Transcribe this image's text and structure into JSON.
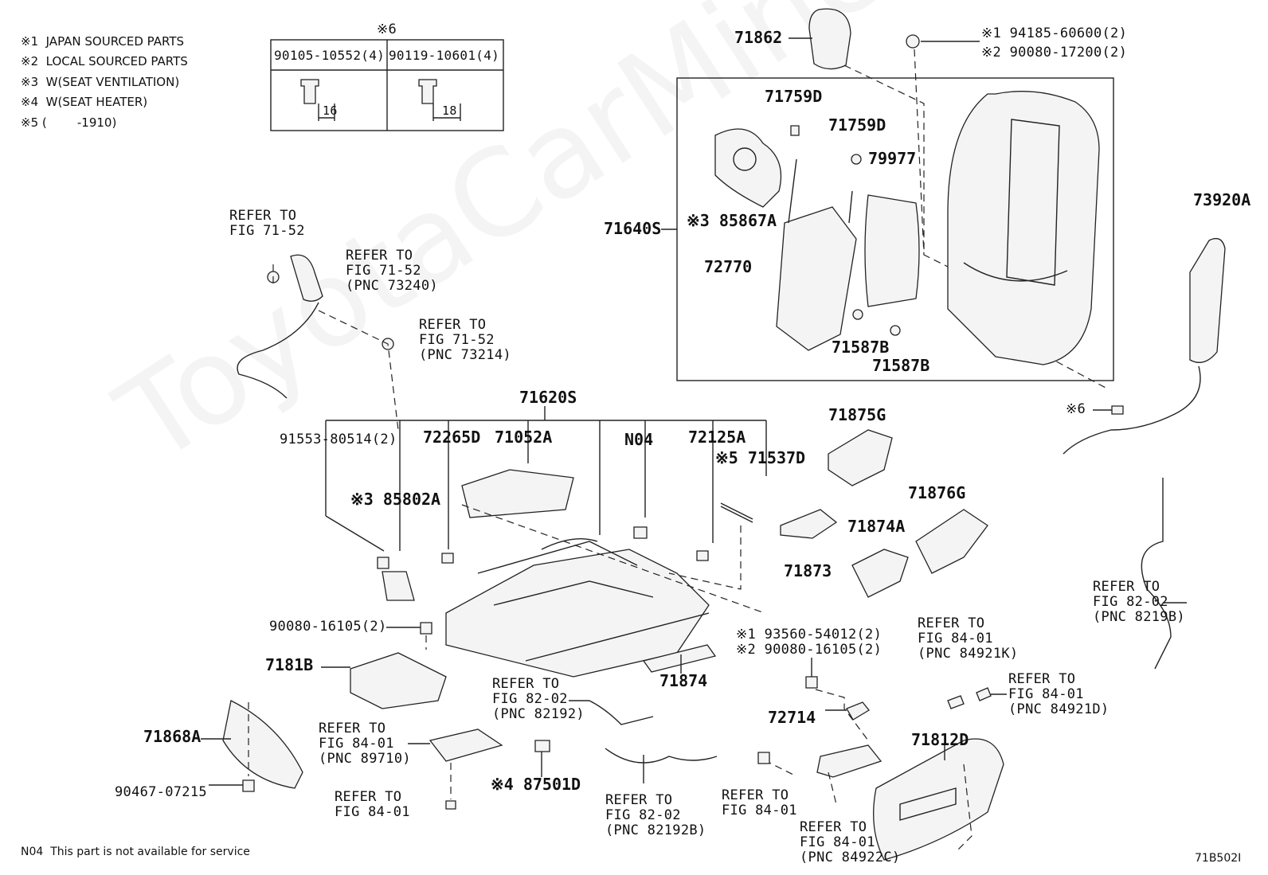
{
  "watermark": "ToyotaCarMiner.ru",
  "notes": [
    "※1  JAPAN SOURCED PARTS",
    "※2  LOCAL SOURCED PARTS",
    "※3  W(SEAT VENTILATION)",
    "※4  W(SEAT HEATER)",
    "※5 (        -1910)"
  ],
  "bolt_table": {
    "header": "※6",
    "cols": [
      {
        "part": "90105-10552(4)",
        "length": "16"
      },
      {
        "part": "90119-10601(4)",
        "length": "18"
      }
    ]
  },
  "labels": {
    "p71862": "71862",
    "p94185": "※1 94185-60600(2)",
    "p90080a": "※2 90080-17200(2)",
    "p71759d_1": "71759D",
    "p71759d_2": "71759D",
    "p79977": "79977",
    "p71640s": "71640S",
    "p85867a": "※3 85867A",
    "p72770": "72770",
    "p71587b_1": "71587B",
    "p71587b_2": "71587B",
    "p73920a": "73920A",
    "x6": "※6",
    "ref_7152_a": "REFER TO\nFIG 71-52",
    "ref_7152_b": "REFER TO\nFIG 71-52\n(PNC 73240)",
    "ref_7152_c": "REFER TO\nFIG 71-52\n(PNC 73214)",
    "p71620s": "71620S",
    "p91553": "91553-80514(2)",
    "p72265d": "72265D",
    "p71052a": "71052A",
    "n04": "N04",
    "p72125a": "72125A",
    "p71537d": "※5 71537D",
    "p85802a": "※3 85802A",
    "p71875g": "71875G",
    "p71876g": "71876G",
    "p71874a": "71874A",
    "p71873": "71873",
    "p90080b": "90080-16105(2)",
    "p7181b": "7181B",
    "p71874": "71874",
    "p93560": "※1 93560-54012(2)\n※2 90080-16105(2)",
    "ref_8202_a": "REFER TO\nFIG 82-02\n(PNC 8219B)",
    "ref_8401_a": "REFER TO\nFIG 84-01\n(PNC 84921K)",
    "ref_8401_b": "REFER TO\nFIG 84-01\n(PNC 84921D)",
    "ref_8202_b": "REFER TO\nFIG 82-02\n(PNC 82192)",
    "p71868a": "71868A",
    "ref_8401_c": "REFER TO\nFIG 84-01\n(PNC 89710)",
    "p72714": "72714",
    "p71812d": "71812D",
    "p90467": "90467-07215",
    "ref_8401_d": "REFER TO\nFIG 84-01",
    "p87501d": "※4 87501D",
    "ref_8202_c": "REFER TO\nFIG 82-02\n(PNC 82192B)",
    "ref_8401_e": "REFER TO\nFIG 84-01",
    "ref_8401_f": "REFER TO\nFIG 84-01\n(PNC 84922C)"
  },
  "footer_note": "N04  This part is not available for service",
  "figure_code": "71B502I"
}
